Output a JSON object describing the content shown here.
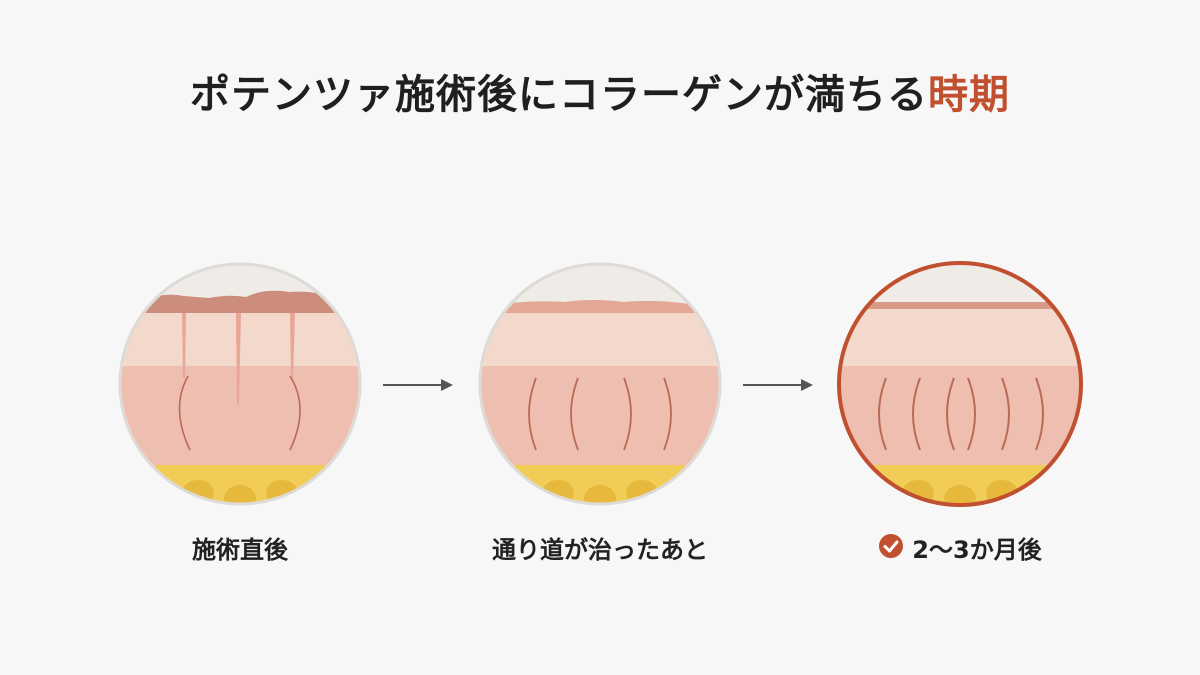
{
  "title": {
    "main": "ポテンツァ施術後にコラーゲンが満ちる",
    "accent": "時期"
  },
  "stages": [
    {
      "label": "施術直後"
    },
    {
      "label": "通り道が治ったあと"
    },
    {
      "label": "2〜3か月後",
      "icon": "check-circle-icon"
    }
  ],
  "colors": {
    "accent": "#c0502f",
    "epidermis": "#cc8d7c",
    "upper_dermis": "#f3d9cc",
    "dermis": "#eebfb0",
    "fat": "#f1cd57",
    "fat_cell": "#e6b93d",
    "collagen": "#b96a56",
    "circle_border": "#dedbd6"
  }
}
